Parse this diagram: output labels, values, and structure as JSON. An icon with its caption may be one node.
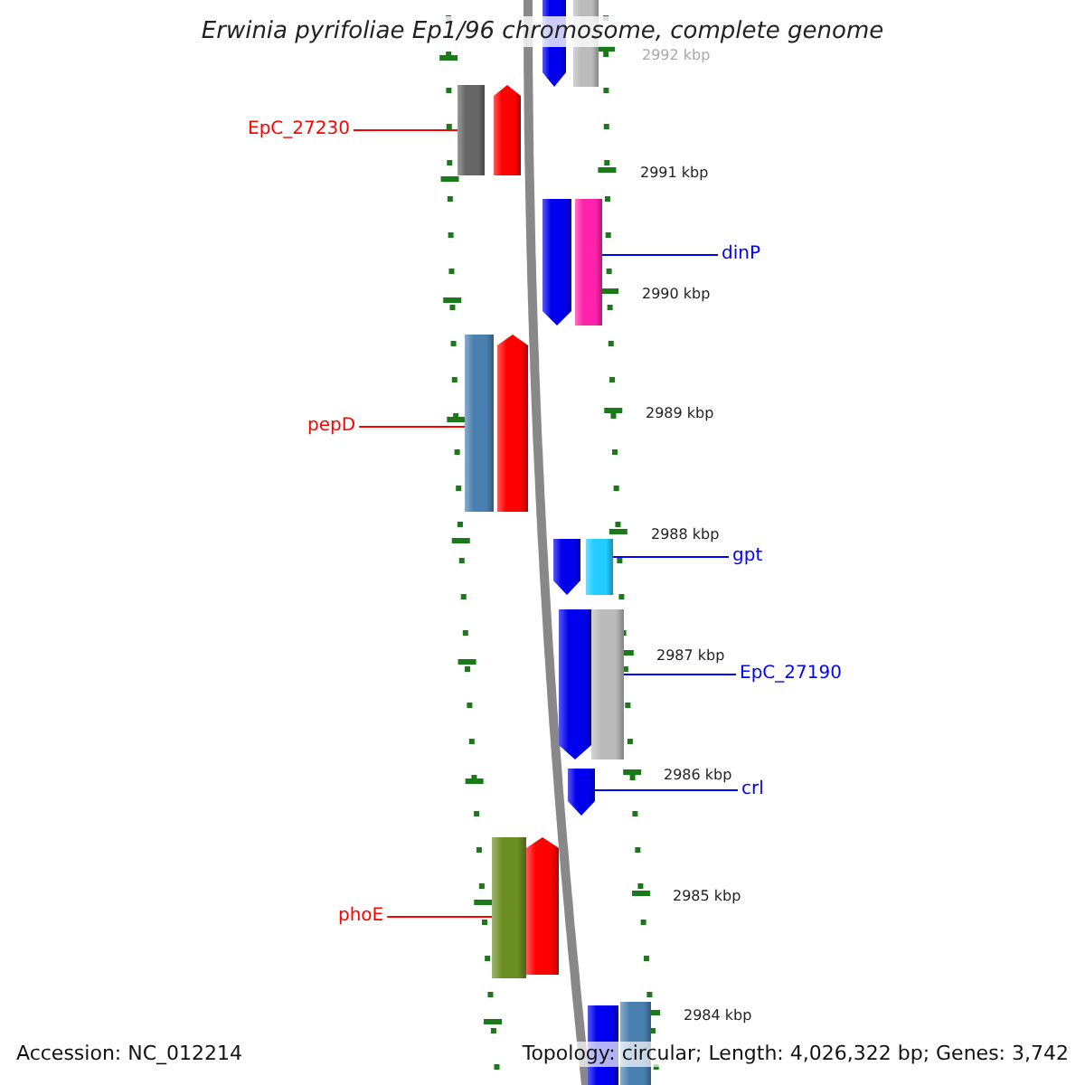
{
  "diagram": {
    "title": "Erwinia pyrifoliae Ep1/96 chromosome, complete genome",
    "nodes": [
      {
        "text": [],
        "shape": "bar"
      },
      {
        "text": [],
        "shape": "bar"
      },
      {
        "text": [
          "EpC_27230"
        ]
      },
      {
        "text": [],
        "shape": "bar"
      },
      {
        "text": [],
        "shape": "bar"
      },
      {
        "text": [],
        "shape": "bar"
      },
      {
        "text": [],
        "shape": "bar"
      },
      {
        "text": [
          "dinP"
        ]
      },
      {
        "text": [],
        "shape": "bar"
      },
      {
        "text": [],
        "shape": "bar"
      },
      {
        "text": [
          "pepD"
        ]
      },
      {
        "text": [],
        "shape": "bar"
      },
      {
        "text": [],
        "shape": "bar"
      },
      {
        "text": [
          "gpt"
        ]
      },
      {
        "text": [],
        "shape": "bar"
      },
      {
        "text": [],
        "shape": "bar"
      },
      {
        "text": [
          "EpC_27190"
        ]
      },
      {
        "text": [],
        "shape": "bar"
      },
      {
        "text": [
          "crl"
        ]
      },
      {
        "text": [],
        "shape": "bar"
      },
      {
        "text": [],
        "shape": "bar"
      },
      {
        "text": [
          "phoE"
        ]
      },
      {
        "text": [],
        "shape": "bar"
      },
      {
        "text": [],
        "shape": "bar"
      }
    ],
    "edges": [
      {
        "from": 2,
        "to": 3,
        "arrow": "none",
        "color": "#ff0000"
      },
      {
        "from": 7,
        "to": 6,
        "arrow": "none"
      },
      {
        "from": 10,
        "to": 8,
        "arrow": "none",
        "color": "#ff0000"
      },
      {
        "from": 13,
        "to": 12,
        "arrow": "none"
      },
      {
        "from": 16,
        "to": 15,
        "arrow": "none"
      },
      {
        "from": 18,
        "to": 17,
        "arrow": "none"
      },
      {
        "from": 21,
        "to": 19,
        "arrow": "none",
        "color": "#ff0000"
      }
    ],
    "labels": [
      "2992 kbp",
      "2991 kbp",
      "2990 kbp",
      "2989 kbp",
      "2988 kbp",
      "2987 kbp",
      "2986 kbp",
      "2985 kbp",
      "2984 kbp",
      "Accession: NC_012214",
      "Topology: circular; Length: 4,026,322 bp; Genes: 3,742"
    ]
  }
}
